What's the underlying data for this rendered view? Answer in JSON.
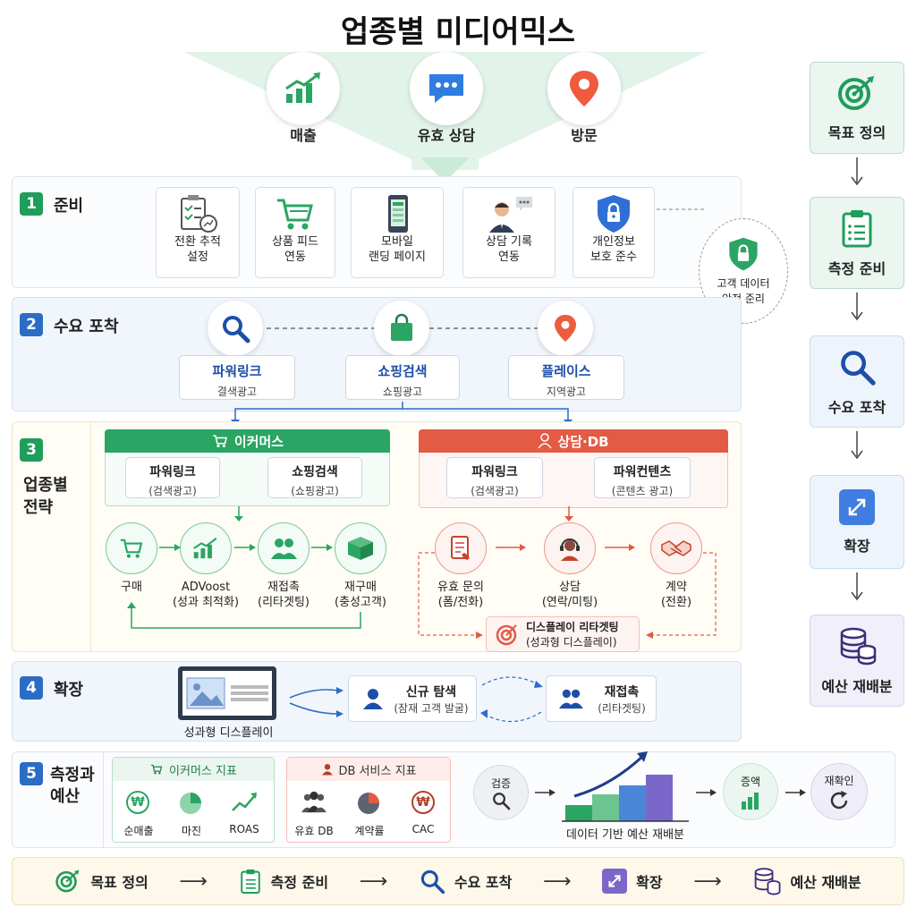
{
  "title": "업종별 미디어믹스",
  "goals": [
    {
      "label": "매출",
      "icon": "growth-chart-icon"
    },
    {
      "label": "유효 상담",
      "icon": "chat-bubble-icon"
    },
    {
      "label": "방문",
      "icon": "location-pin-icon"
    }
  ],
  "step1": {
    "num": "1",
    "title": "준비",
    "cards": [
      {
        "line1": "전환 추적",
        "line2": "설정",
        "icon": "checklist-icon"
      },
      {
        "line1": "상품 피드",
        "line2": "연동",
        "icon": "cart-icon"
      },
      {
        "line1": "모바일",
        "line2": "랜딩 페이지",
        "icon": "mobile-icon"
      },
      {
        "line1": "상담 기록",
        "line2": "연동",
        "icon": "consultant-icon"
      },
      {
        "line1": "개인정보",
        "line2": "보호 준수",
        "icon": "shield-lock-icon"
      }
    ],
    "badge_line1": "고객 데이터",
    "badge_line2": "안전 준리"
  },
  "step2": {
    "num": "2",
    "title": "수요 포착",
    "items": [
      {
        "name": "파워링크",
        "sub": "결색광고",
        "icon": "search-icon"
      },
      {
        "name": "쇼핑검색",
        "sub": "쇼핑광고",
        "icon": "shopping-bag-icon"
      },
      {
        "name": "플레이스",
        "sub": "지역광고",
        "icon": "location-pin-icon"
      }
    ]
  },
  "step3": {
    "num": "3",
    "title_line1": "업종별",
    "title_line2": "전략",
    "ecommerce": {
      "header": "이커머스",
      "box1_name": "파워링크",
      "box1_sub": "(검색광고)",
      "box2_name": "쇼핑검색",
      "box2_sub": "(쇼핑광고)",
      "flow": [
        {
          "line1": "구매",
          "line2": "",
          "icon": "cart-icon"
        },
        {
          "line1": "ADVoost",
          "line2": "(성과 최적화)",
          "icon": "growth-chart-icon"
        },
        {
          "line1": "재접촉",
          "line2": "(리타겟팅)",
          "icon": "users-icon"
        },
        {
          "line1": "재구매",
          "line2": "(충성고객)",
          "icon": "box-icon"
        }
      ]
    },
    "consult": {
      "header": "상담·DB",
      "box1_name": "파워링크",
      "box1_sub": "(검색광고)",
      "box2_name": "파워컨텐츠",
      "box2_sub": "(콘텐츠 광고)",
      "flow": [
        {
          "line1": "유효 문의",
          "line2": "(폼/전화)",
          "icon": "form-phone-icon"
        },
        {
          "line1": "상담",
          "line2": "(연락/미팅)",
          "icon": "headset-icon"
        },
        {
          "line1": "계약",
          "line2": "(전환)",
          "icon": "handshake-icon"
        }
      ],
      "retarget_line1": "디스플레이 리타겟팅",
      "retarget_line2": "(성과형 디스플레이)"
    }
  },
  "step4": {
    "num": "4",
    "title": "확장",
    "display_label": "성과형 디스플레이",
    "box1_name": "신규 탐색",
    "box1_sub": "(잠재 고객 발굴)",
    "box2_name": "재접촉",
    "box2_sub": "(리타겟팅)"
  },
  "step5": {
    "num": "5",
    "title_line1": "측정과",
    "title_line2": "예산",
    "ecom_header": "이커머스 지표",
    "ecom_metrics": [
      "순매출",
      "마진",
      "ROAS"
    ],
    "db_header": "DB 서비스 지표",
    "db_metrics": [
      "유효 DB",
      "계약률",
      "CAC"
    ],
    "verify": "검증",
    "chart_caption": "데이터 기반 예산 재배분",
    "increase": "증액",
    "recheck": "재확인"
  },
  "side": [
    "목표 정의",
    "측정 준비",
    "수요 포착",
    "확장",
    "예산 재배분"
  ],
  "bottom": [
    "목표 정의",
    "측정 준비",
    "수요 포착",
    "확장",
    "예산 재배분"
  ],
  "colors": {
    "green": "#1f9d5a",
    "blue": "#2b6cc4",
    "red": "#e35b45",
    "purple": "#7a67c9"
  }
}
